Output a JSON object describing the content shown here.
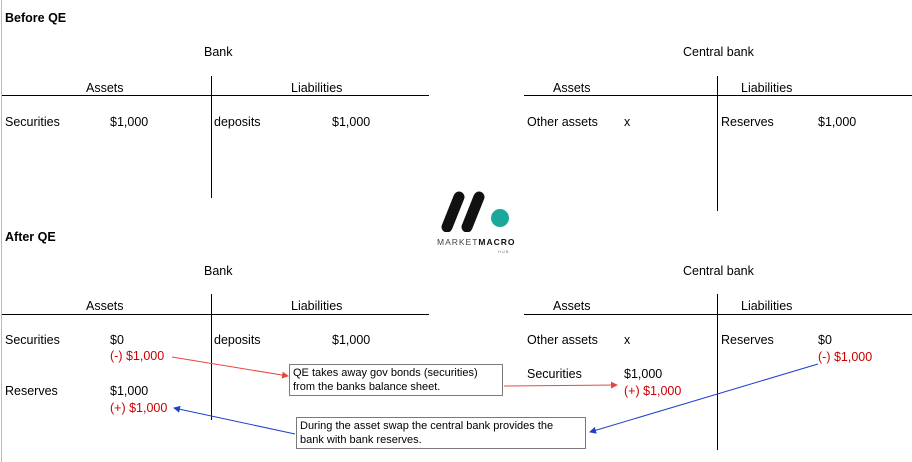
{
  "sections": {
    "before_title": "Before QE",
    "after_title": "After QE"
  },
  "headers": {
    "bank": "Bank",
    "central_bank": "Central bank",
    "assets": "Assets",
    "liabilities": "Liabilities"
  },
  "before": {
    "bank": {
      "asset_label": "Securities",
      "asset_value": "$1,000",
      "liability_label": "deposits",
      "liability_value": "$1,000"
    },
    "central_bank": {
      "asset_label": "Other assets",
      "asset_value": "x",
      "liability_label": "Reserves",
      "liability_value": "$1,000"
    }
  },
  "after": {
    "bank": {
      "asset1_label": "Securities",
      "asset1_value": "$0",
      "asset1_change": "(-) $1,000",
      "asset2_label": "Reserves",
      "asset2_value": "$1,000",
      "asset2_change": "(+) $1,000",
      "liability_label": "deposits",
      "liability_value": "$1,000"
    },
    "central_bank": {
      "asset1_label": "Other assets",
      "asset1_value": "x",
      "asset2_label": "Securities",
      "asset2_value": "$1,000",
      "asset2_change": "(+) $1,000",
      "liability_label": "Reserves",
      "liability_value": "$0",
      "liability_change": "(-) $1,000"
    }
  },
  "notes": {
    "qe_note": "QE takes away gov bonds (securities)\nfrom the banks balance sheet.",
    "swap_note": "During the asset swap the central bank provides the\nbank with bank reserves."
  },
  "logo": {
    "text_market": "MARKET",
    "text_macro": "MACRO",
    "text_hub": "HUB",
    "accent_color": "#1aa89a"
  },
  "colors": {
    "change_red": "#cc0000",
    "arrow_red": "#e8473f",
    "arrow_blue": "#1f3fcf"
  }
}
